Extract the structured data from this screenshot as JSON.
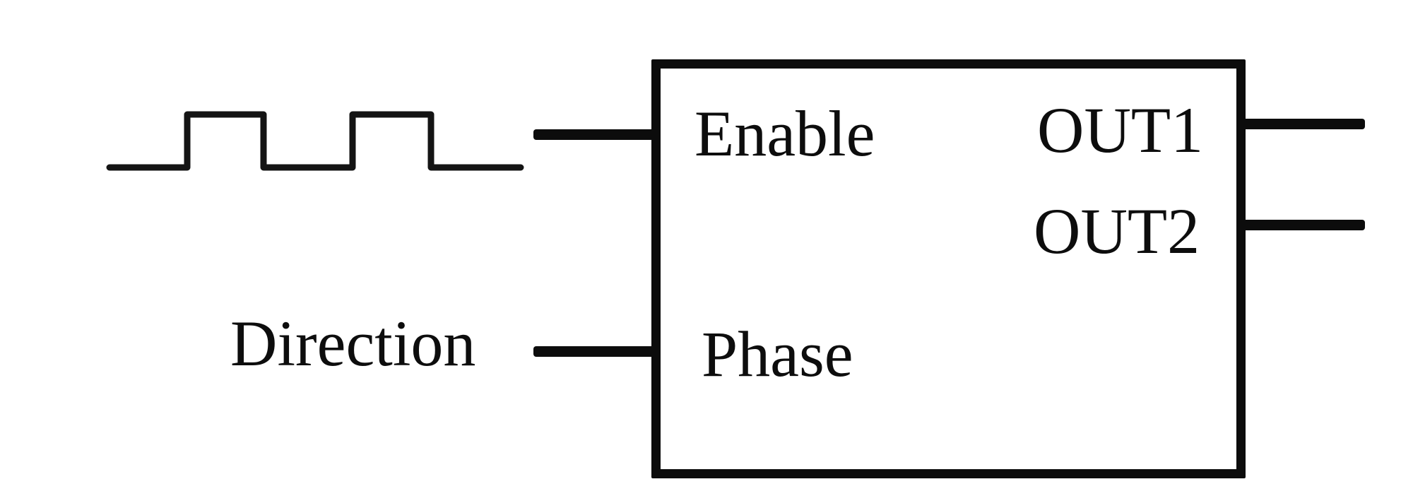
{
  "diagram": {
    "block": {
      "inputs": [
        {
          "label": "Enable"
        },
        {
          "label": "Phase"
        }
      ],
      "outputs": [
        {
          "label": "OUT1"
        },
        {
          "label": "OUT2"
        }
      ]
    },
    "signals": {
      "direction_label": "Direction",
      "clock_waveform": {
        "type": "square-pulse-train",
        "pulses": 2,
        "connected_to": "Enable"
      }
    },
    "colors": {
      "ink": "#0c0c0c",
      "background": "#ffffff"
    }
  }
}
